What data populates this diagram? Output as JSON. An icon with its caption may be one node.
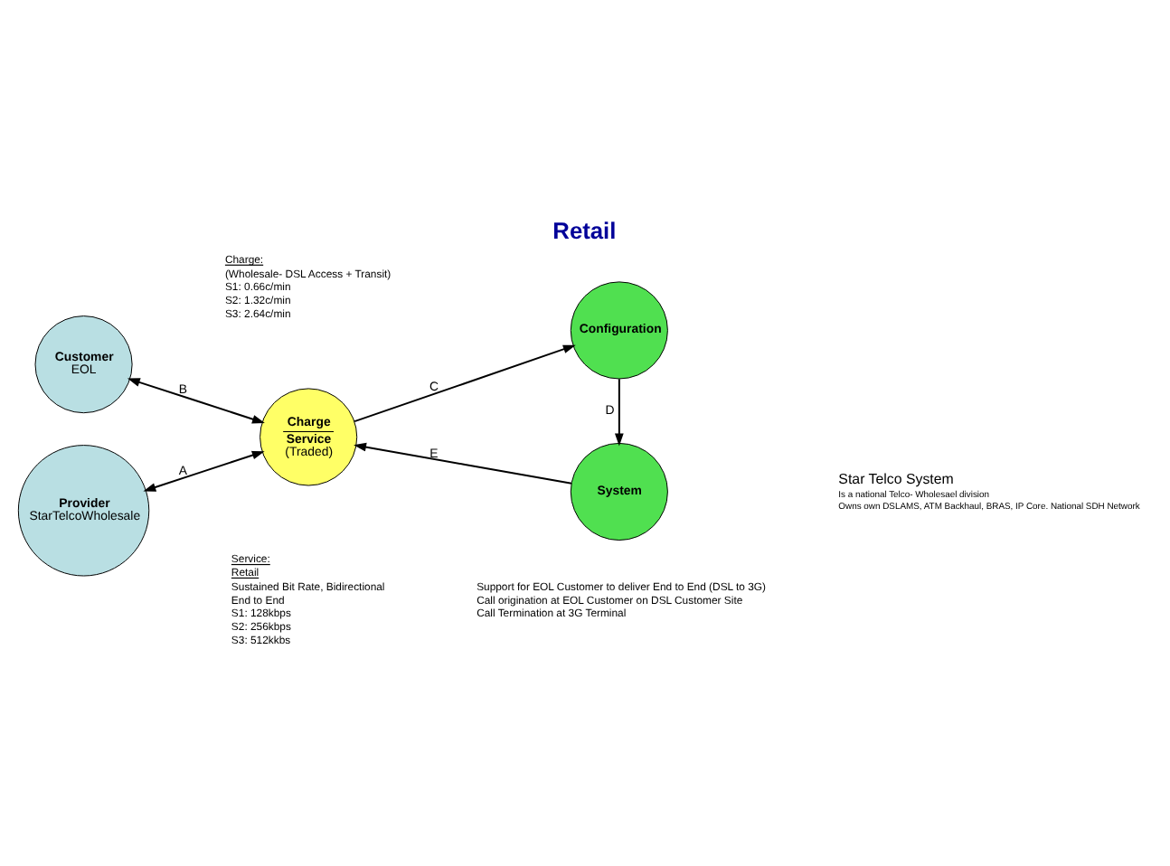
{
  "diagram": {
    "title": "Retail",
    "nodes": [
      {
        "text": [
          "Customer",
          "EOL"
        ]
      },
      {
        "text": [
          "Provider",
          "StarTelcoWholesale"
        ]
      },
      {
        "text": [
          "Charge",
          "Service",
          "(Traded)"
        ]
      },
      {
        "text": [
          "System"
        ]
      },
      {
        "text": [
          "Configuration"
        ]
      }
    ],
    "edges": [
      {
        "from": 0,
        "to": 2,
        "arrow": "both",
        "label": "B"
      },
      {
        "from": 1,
        "to": 2,
        "arrow": "both",
        "label": "A"
      },
      {
        "from": 3,
        "to": 2,
        "arrow": "to",
        "label": "E"
      },
      {
        "from": 2,
        "to": 4,
        "arrow": "to",
        "label": "C"
      },
      {
        "from": 4,
        "to": 3,
        "arrow": "to",
        "label": "D"
      }
    ],
    "labels": [
      "Star Telco System",
      "Is a national Telco- Wholesael division",
      "Owns own DSLAMS, ATM Backhaul, BRAS, IP Core. National SDH Network",
      "Charge:",
      "(Wholesale- DSL Access + Transit)",
      "S1: 0.66c/min",
      "S2: 1.32c/min",
      "S3: 2.64c/min",
      "Service:",
      "Retail",
      "Sustained Bit Rate, Bidirectional",
      "End to End",
      "S1: 128kbps",
      "S2: 256kbps",
      "S3: 512kkbs",
      "Support for EOL Customer to deliver End to End (DSL to 3G)",
      "Call origination at EOL Customer on DSL Customer Site",
      "Call Termination at 3G Terminal"
    ]
  }
}
